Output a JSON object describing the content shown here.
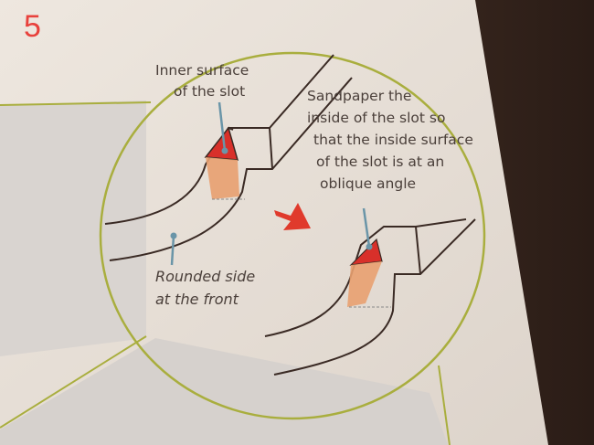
{
  "step_number": "5",
  "labels": {
    "inner_surface": [
      "Inner surface",
      "of the slot"
    ],
    "sandpaper": [
      "Sandpaper the",
      "inside of the slot so",
      "that the inside surface",
      "of the slot is at an",
      "oblique angle"
    ],
    "rounded_side": [
      "Rounded side",
      "at the front"
    ]
  },
  "colors": {
    "step_number": "#e8413c",
    "circle_outline": "#a9ae3e",
    "highlight_red": "#d8302a",
    "highlight_orange": "#e8a070",
    "arrow": "#e03a2c",
    "pointer": "#6a95a8",
    "paper": "#ebe4dc"
  }
}
